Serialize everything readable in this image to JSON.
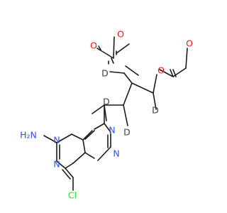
{
  "molecule": {
    "atom_colors": {
      "O": "#ff0d0d",
      "N": "#3050f8",
      "Cl": "#1ff01f",
      "D": "#404040",
      "H": "#404040",
      "C": "#1a1a1a"
    },
    "labels": {
      "o_carbonyl_left": "O",
      "o_ester_left": "O",
      "o_ester_right": "O",
      "o_carbonyl_right": "O",
      "d_upper_left": "D",
      "d_upper_right": "D",
      "d_lower_left": "D",
      "d_lower_right": "D",
      "n9": "N",
      "n3": "N",
      "n1": "N",
      "n7": "N",
      "amine_h2n": "H₂N",
      "chlorine": "Cl"
    }
  }
}
